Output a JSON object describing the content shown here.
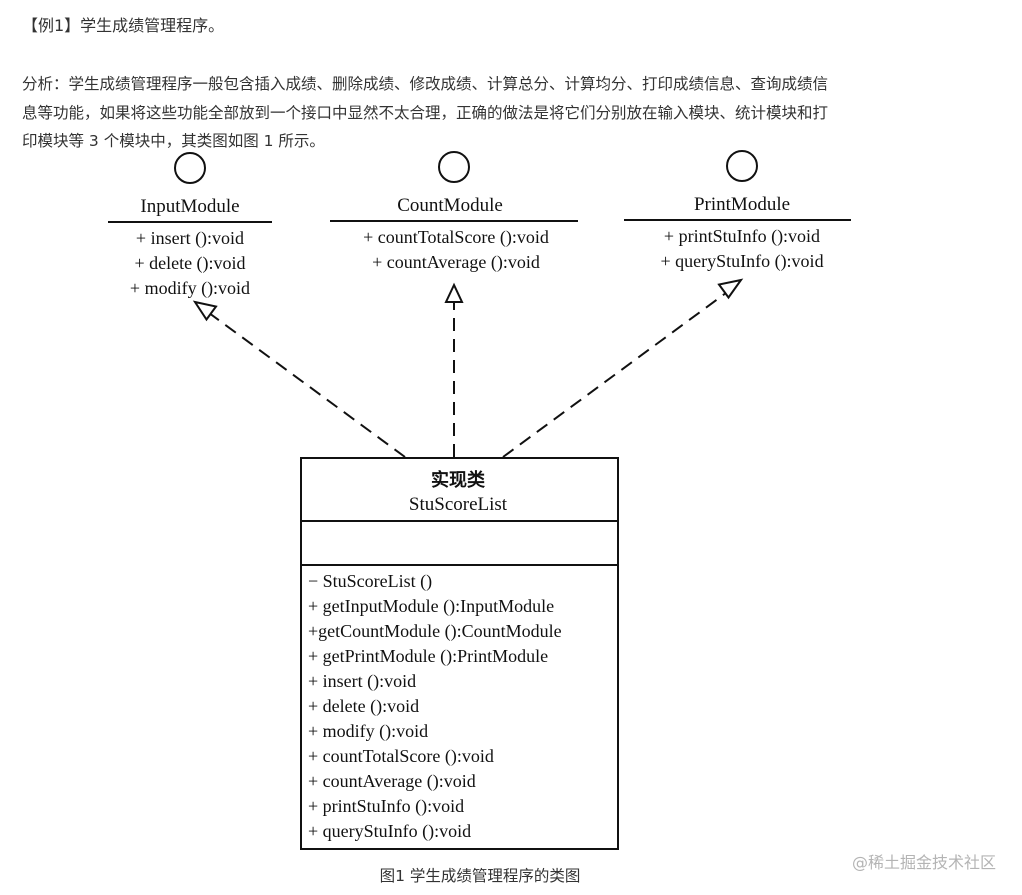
{
  "heading": "【例1】学生成绩管理程序。",
  "analysis_lines": [
    "分析：学生成绩管理程序一般包含插入成绩、删除成绩、修改成绩、计算总分、计算均分、打印成绩信息、查询成绩信",
    "息等功能，如果将这些功能全部放到一个接口中显然不太合理，正确的做法是将它们分别放在输入模块、统计模块和打",
    "印模块等 3 个模块中，其类图如图 1 所示。"
  ],
  "interfaces": [
    {
      "name": "InputModule",
      "methods": [
        "+ insert ():void",
        "+ delete ():void",
        "+ modify ():void"
      ]
    },
    {
      "name": "CountModule",
      "methods": [
        "+ countTotalScore ():void",
        "+ countAverage ():void"
      ]
    },
    {
      "name": "PrintModule",
      "methods": [
        "+ printStuInfo ():void",
        "+ queryStuInfo ():void"
      ]
    }
  ],
  "impl_class": {
    "stereotype": "实现类",
    "name": "StuScoreList",
    "methods": [
      "− StuScoreList ()",
      "+ getInputModule ():InputModule",
      "+getCountModule ():CountModule",
      "+ getPrintModule ():PrintModule",
      "+ insert ():void",
      "+ delete ():void",
      "+ modify ():void",
      "+ countTotalScore ():void",
      "+ countAverage ():void",
      "+ printStuInfo ():void",
      "+ queryStuInfo ():void"
    ]
  },
  "caption": "图1 学生成绩管理程序的类图",
  "watermark": "@稀土掘金技术社区"
}
